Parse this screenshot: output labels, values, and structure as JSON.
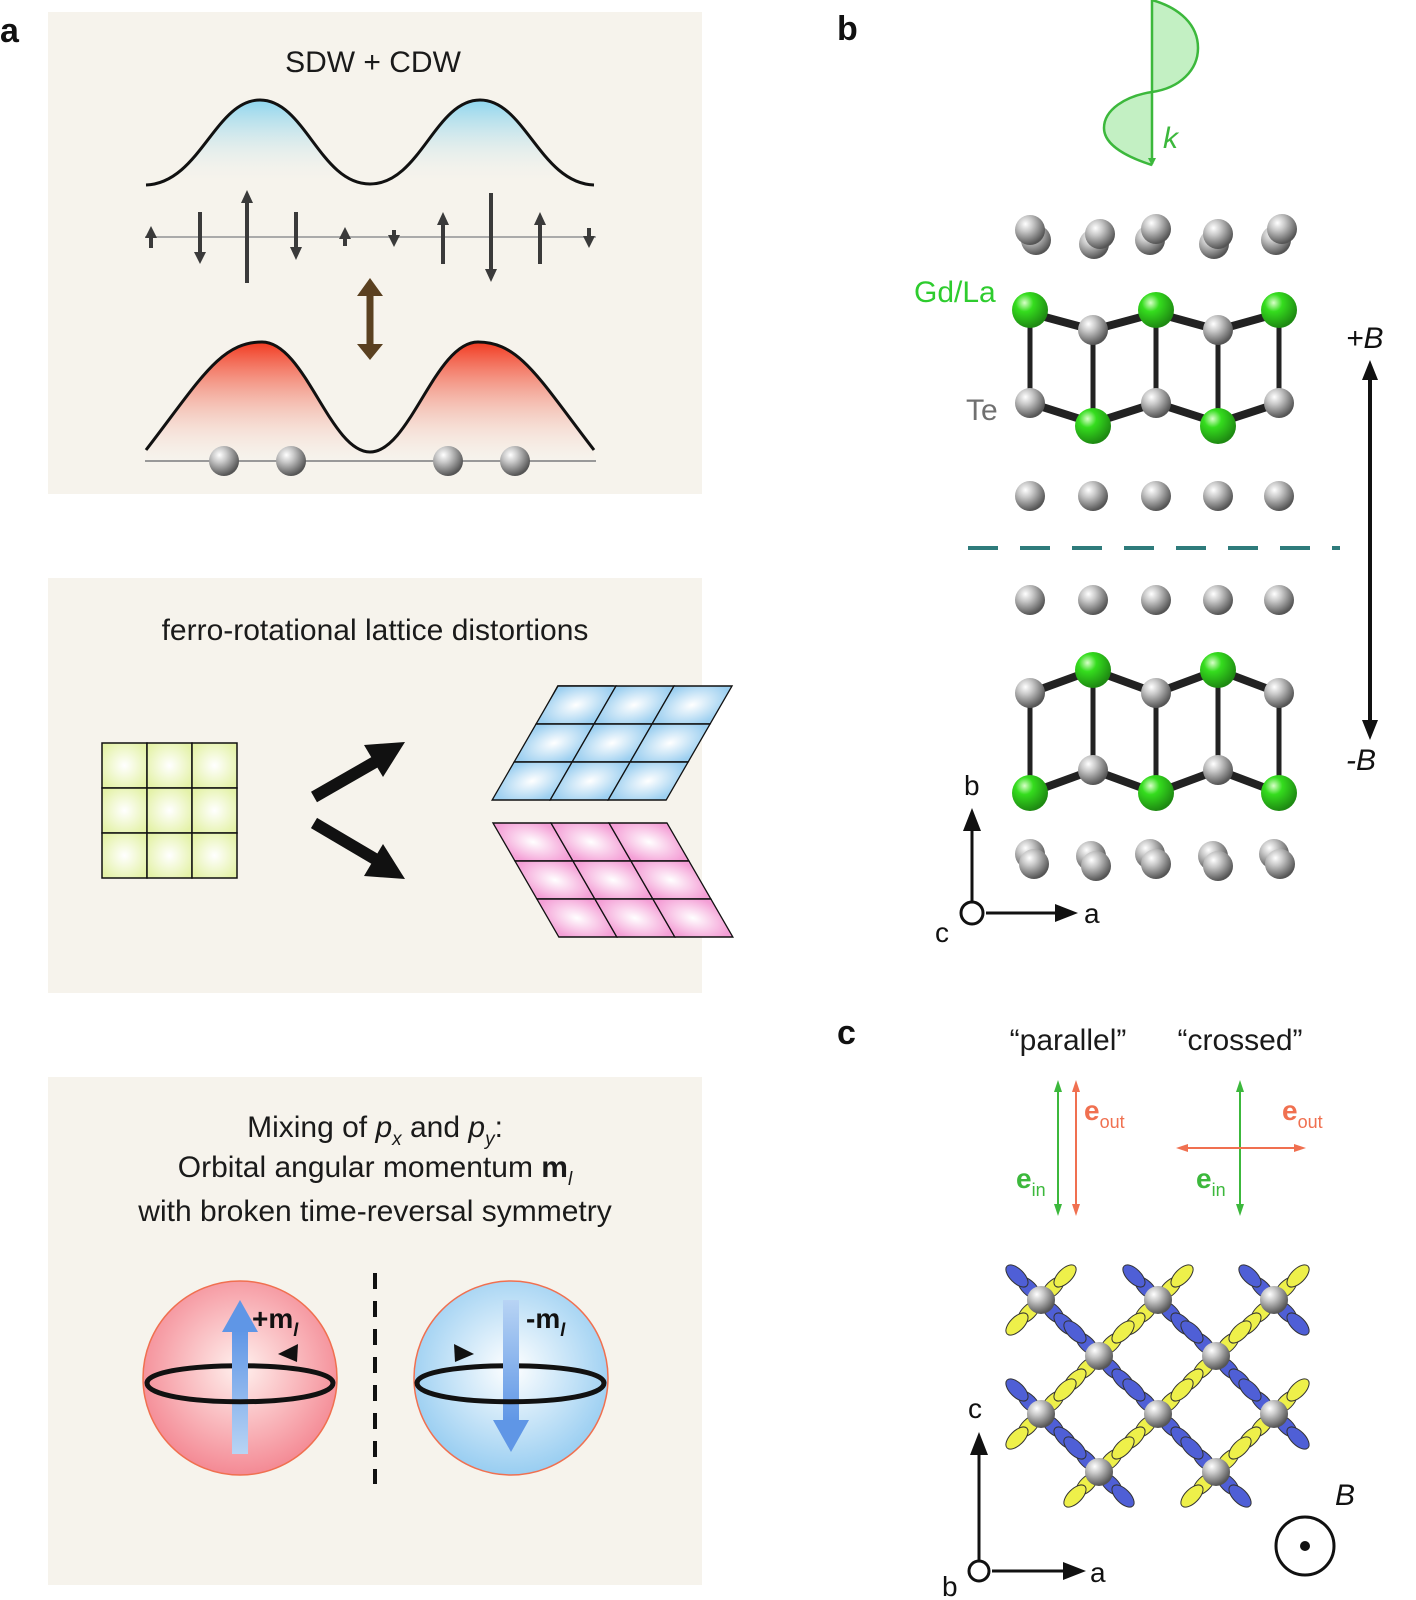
{
  "panels": {
    "a": {
      "letter": "a",
      "box1": {
        "title": "SDW + CDW"
      },
      "box2": {
        "title": "ferro-rotational lattice distortions"
      },
      "box3": {
        "line1_pre": "Mixing of ",
        "px_p": "p",
        "px_sub": "x",
        "line1_mid": " and ",
        "py_p": "p",
        "py_sub": "y",
        "line1_end": ":",
        "line2": "Orbital angular momentum ",
        "ml_m": "m",
        "ml_sub": "l",
        "line3": "with broken time-reversal symmetry",
        "plus_m": "+m",
        "plus_sub": "l",
        "minus_m": "-m",
        "minus_sub": "l"
      }
    },
    "b": {
      "letter": "b",
      "k_label": "k",
      "gd_label": "Gd/La",
      "te_label": "Te",
      "plus_b": "+B",
      "minus_b": "-B",
      "axis_b": "b",
      "axis_a": "a",
      "axis_c": "c"
    },
    "c": {
      "letter": "c",
      "parallel": "“parallel”",
      "crossed": "“crossed”",
      "e_out": "e",
      "e_out_sub": "out",
      "e_in": "e",
      "e_in_sub": "in",
      "axis_c": "c",
      "axis_a": "a",
      "axis_b": "b",
      "field": "B"
    }
  },
  "colors": {
    "panel_bg": "#f6f3ec",
    "green": "#3cb83c",
    "orange": "#f07050",
    "red": "#f04030",
    "blue": "#9fd3ee",
    "dark_teal": "#2e7b7b",
    "brown": "#5a4020",
    "yellow_grid": "#eaf5b0",
    "blue_grid": "#bfe0f5",
    "pink_grid": "#f7b5df"
  }
}
